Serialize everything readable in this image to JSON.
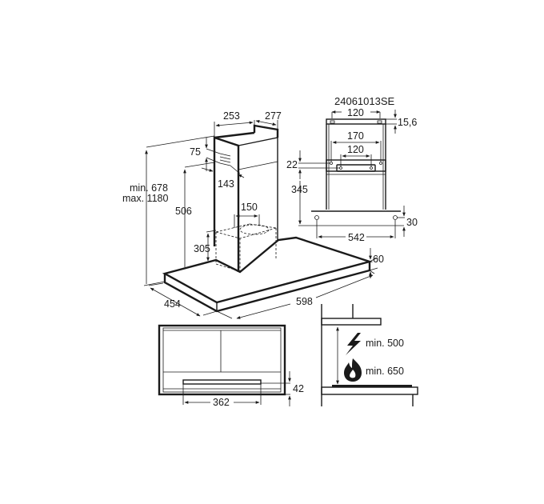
{
  "drawing_code": "24061013SE",
  "main_view": {
    "chimney_width": "253",
    "chimney_depth": "277",
    "vent_offset": "75",
    "vent_depth": "143",
    "height_range": {
      "min": "min. 678",
      "max": "max. 1180"
    },
    "chimney_height": "506",
    "duct_diameter": "150",
    "filter_box_height": "305",
    "canopy_thickness": "60",
    "canopy_depth": "454",
    "canopy_width": "598"
  },
  "bracket_view": {
    "top_hole_spacing": "120",
    "top_hole_offset": "15,6",
    "bracket_outer_spacing": "170",
    "bracket_inner_spacing": "120",
    "bracket_offset": "22",
    "bracket_height": "345",
    "bottom_hole_offset": "30",
    "bottom_hole_spacing": "542"
  },
  "bottom_view": {
    "filter_width": "362",
    "filter_offset": "42"
  },
  "clearance_view": {
    "electric": {
      "icon": "lightning-icon",
      "label": "min. 500"
    },
    "gas": {
      "icon": "flame-icon",
      "label": "min. 650"
    }
  }
}
